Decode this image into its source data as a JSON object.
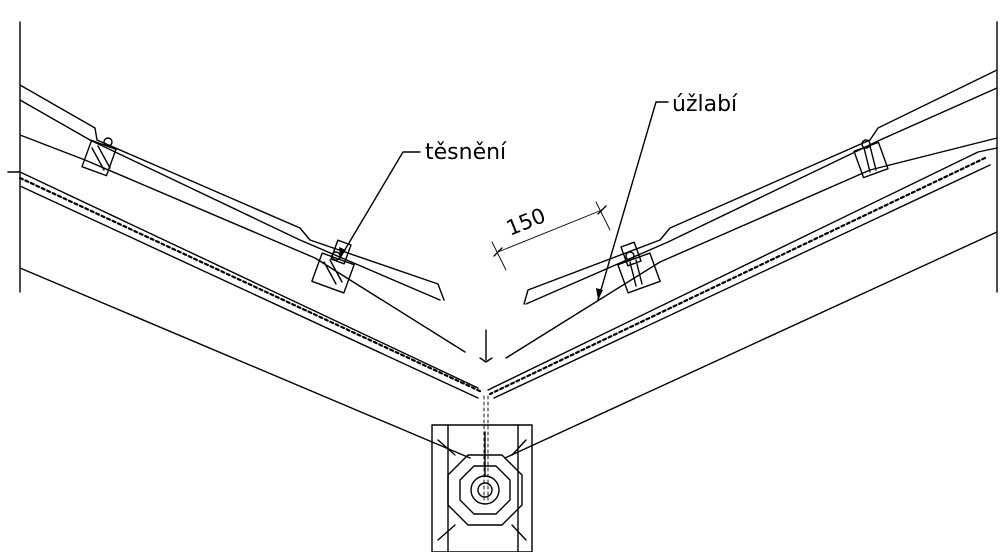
{
  "labels": {
    "seal": "těsnění",
    "valley": "úžlabí",
    "dimension": "150"
  },
  "colors": {
    "line": "#000000",
    "background": "#ffffff"
  }
}
